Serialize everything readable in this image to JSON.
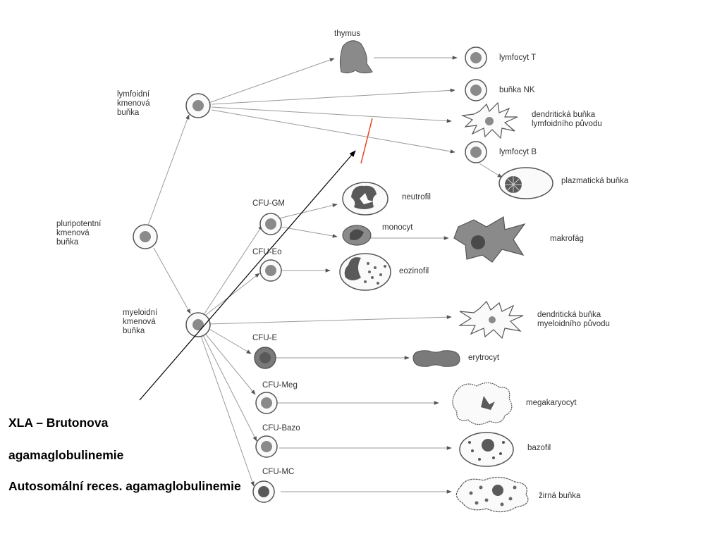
{
  "labels": {
    "thymus": "thymus",
    "lymphoid_stem": "lymfoidní\nkmenová\nbuňka",
    "pluripotent_stem": "pluripotentní\nkmenová\nbuňka",
    "myeloid_stem": "myeloidní\nkmenová\nbuňka",
    "cfu_gm": "CFU-GM",
    "cfu_eo": "CFU-Eo",
    "cfu_e": "CFU-E",
    "cfu_meg": "CFU-Meg",
    "cfu_bazo": "CFU-Bazo",
    "cfu_mc": "CFU-MC",
    "lymfocyt_t": "lymfocyt T",
    "bunka_nk": "buňka NK",
    "dendritic_lymphoid": "dendritická buňka\nlymfoidního původu",
    "lymfocyt_b": "lymfocyt B",
    "plazmaticka": "plazmatická buňka",
    "neutrofil": "neutrofil",
    "monocyt": "monocyt",
    "makrofag": "makrofág",
    "eozinofil": "eozinofil",
    "dendritic_myeloid": "dendritická buňka\nmyeloidního původu",
    "erytrocyt": "erytrocyt",
    "megakaryocyt": "megakaryocyt",
    "bazofil": "bazofil",
    "zirna": "žirná buňka"
  },
  "notes": {
    "xla": "XLA – Brutonova",
    "agama": "agamaglobulinemie",
    "autosomal": "Autosomální reces. agamaglobulinemie"
  },
  "colors": {
    "block_line": "#e8401c",
    "cell_fill": "#8a8a8a",
    "line": "#9a9a9a"
  }
}
